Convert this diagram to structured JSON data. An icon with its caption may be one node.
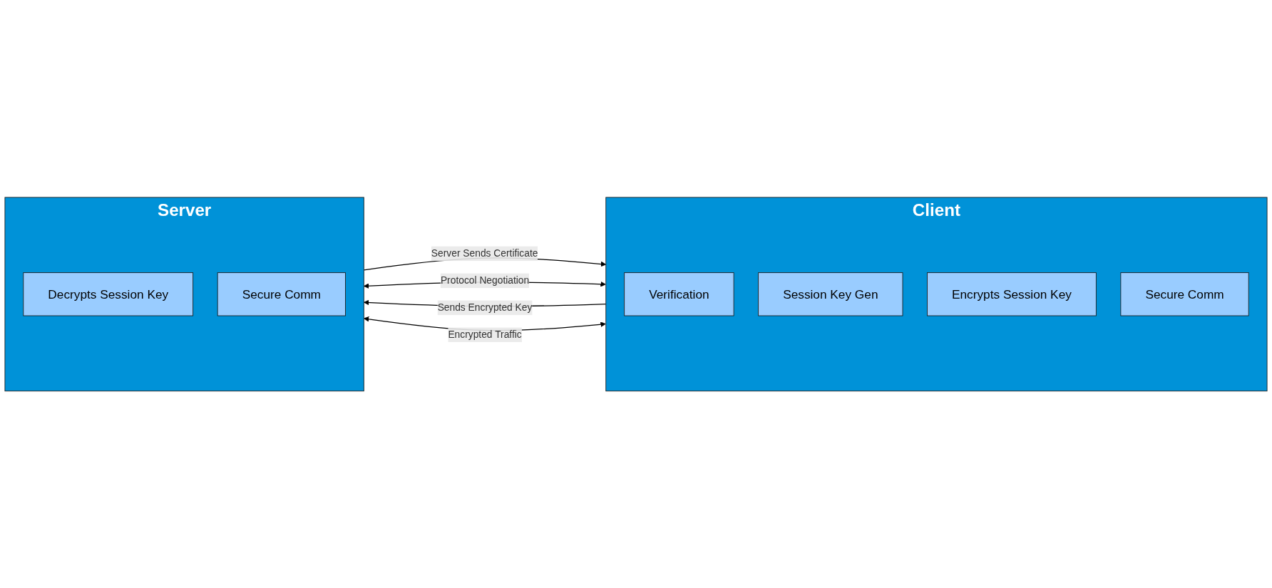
{
  "diagram": {
    "nodes": [
      {
        "text": [
          "Client"
        ]
      },
      {
        "text": [
          "Verification"
        ],
        "in": 0
      },
      {
        "text": [
          "Session Key Gen"
        ],
        "in": 0
      },
      {
        "text": [
          "Encrypts Session Key"
        ],
        "in": 0
      },
      {
        "text": [
          "Secure Comm"
        ],
        "in": 0
      },
      {
        "text": [
          "Server"
        ]
      },
      {
        "text": [
          "Decrypts Session Key"
        ],
        "in": 5
      },
      {
        "text": [
          "Secure Comm"
        ],
        "in": 5
      }
    ],
    "edges": [
      {
        "from": 0,
        "to": 5,
        "arrow": "both",
        "label": "Protocol Negotiation"
      },
      {
        "from": 5,
        "to": 0,
        "arrow": "to",
        "label": "Server Sends Certificate"
      },
      {
        "from": 0,
        "to": 5,
        "arrow": "to",
        "label": "Sends Encrypted Key"
      },
      {
        "from": 0,
        "to": 5,
        "arrow": "both",
        "label": "Encrypted Traffic"
      }
    ]
  }
}
